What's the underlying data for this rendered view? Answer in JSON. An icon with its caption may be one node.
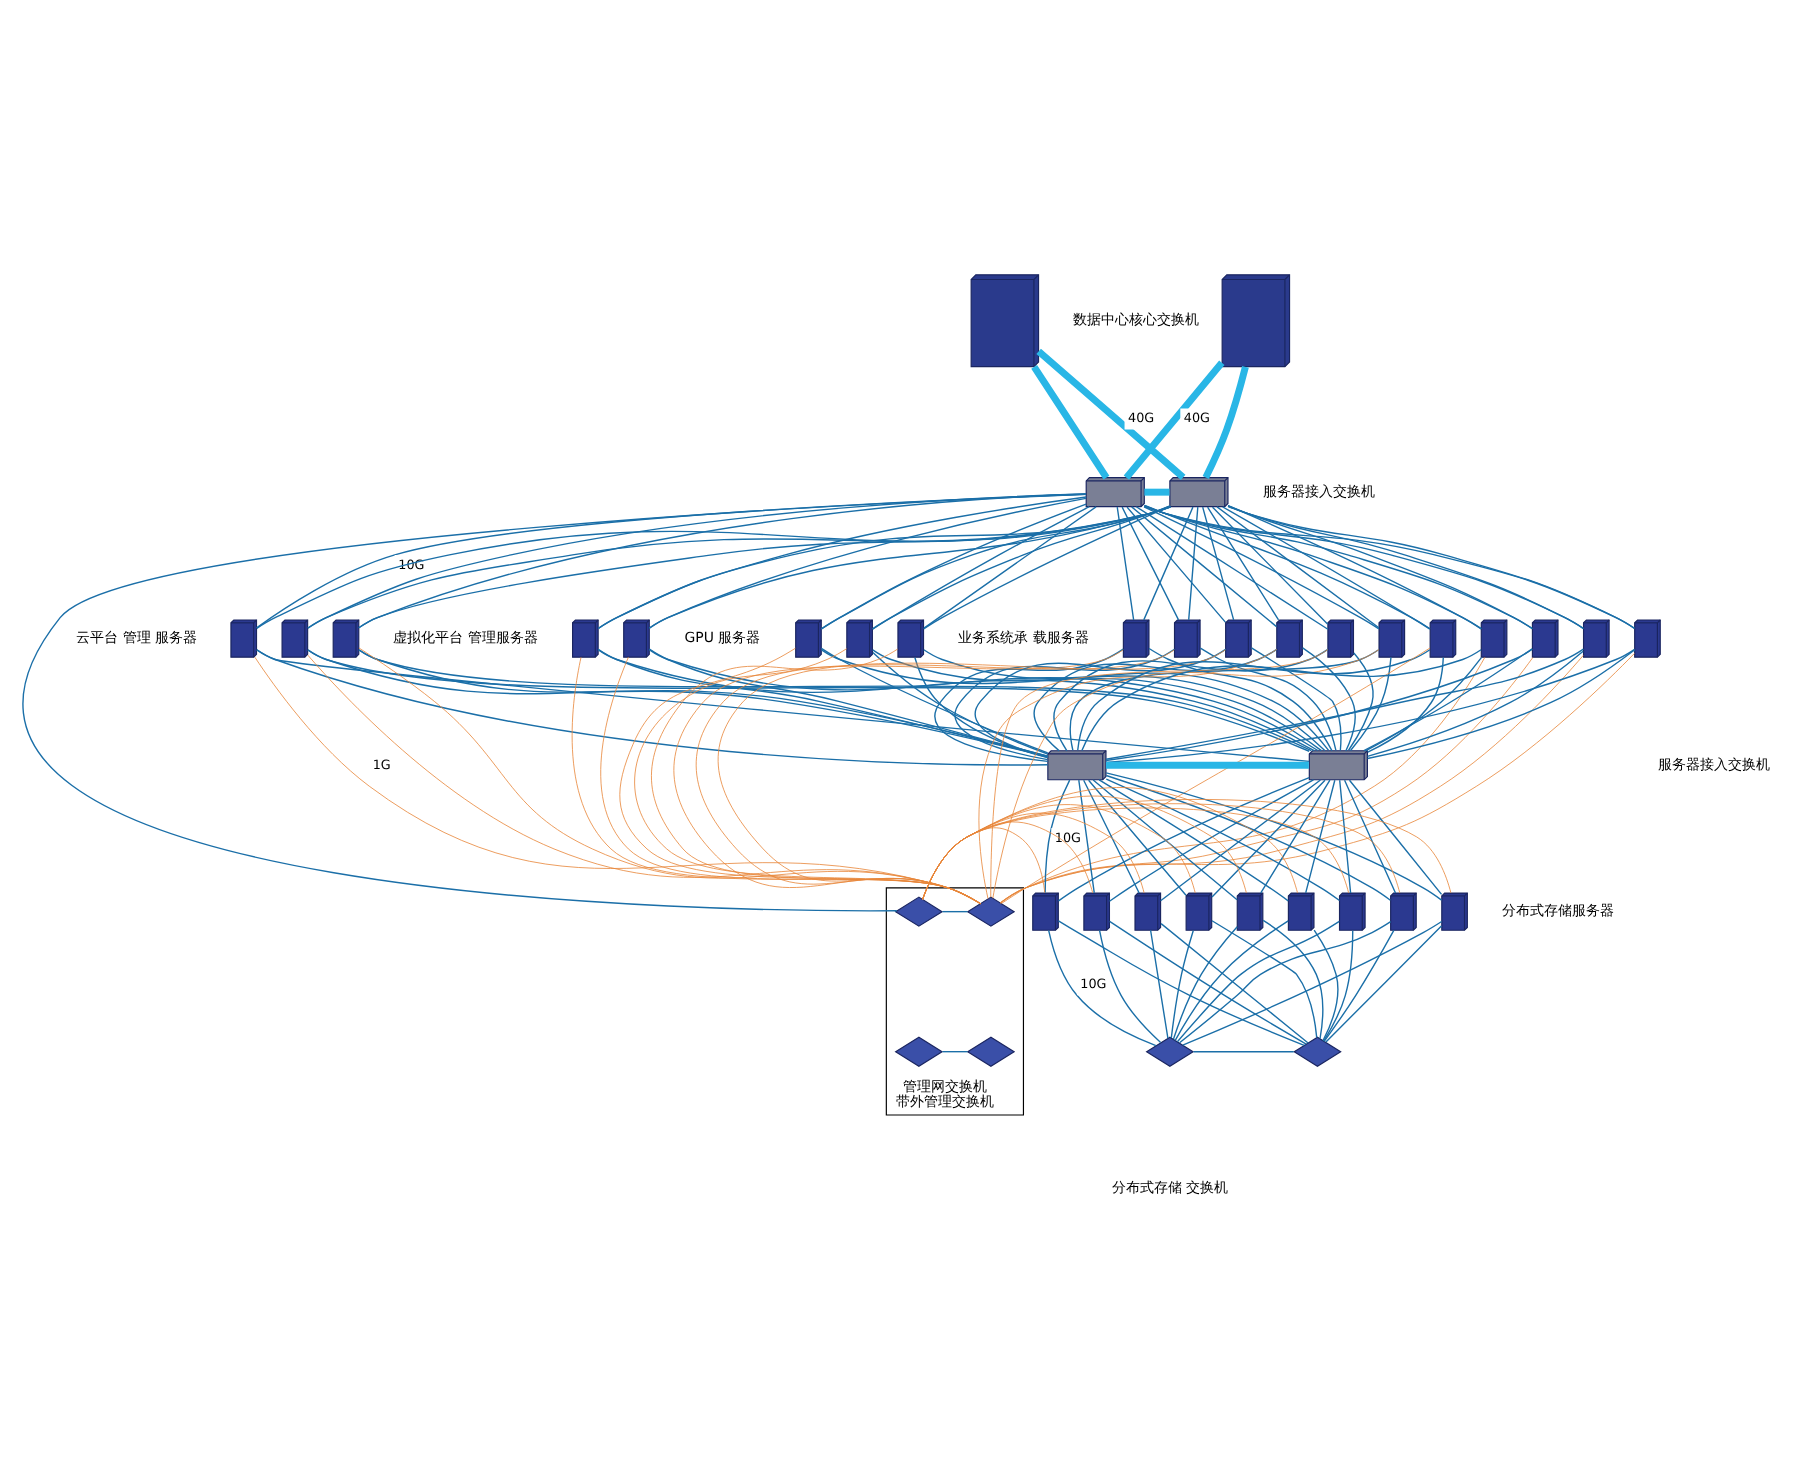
{
  "diagram": {
    "nodes": [
      {
        "text": [],
        "shape": "picture"
      },
      {
        "text": [],
        "shape": "picture"
      },
      {
        "text": [],
        "shape": "picture"
      },
      {
        "text": [],
        "shape": "picture"
      },
      {
        "text": [],
        "shape": "picture"
      },
      {
        "text": [],
        "shape": "picture"
      },
      {
        "text": [],
        "shape": "picture"
      },
      {
        "text": [],
        "shape": "picture"
      },
      {
        "text": [],
        "shape": "picture"
      },
      {
        "text": [],
        "shape": "picture"
      },
      {
        "text": [],
        "shape": "picture"
      },
      {
        "text": [],
        "shape": "picture"
      },
      {
        "text": [],
        "shape": "picture"
      },
      {
        "text": [],
        "shape": "picture"
      },
      {
        "text": [],
        "shape": "picture"
      },
      {
        "text": [],
        "shape": "picture"
      },
      {
        "text": [],
        "shape": "picture"
      },
      {
        "text": [],
        "shape": "picture"
      },
      {
        "text": [],
        "shape": "picture"
      },
      {
        "text": [],
        "shape": "picture"
      },
      {
        "text": [],
        "shape": "picture"
      },
      {
        "text": [],
        "shape": "picture"
      },
      {
        "text": [],
        "shape": "picture"
      },
      {
        "text": [],
        "shape": "picture"
      },
      {
        "text": [],
        "shape": "picture"
      },
      {
        "text": [],
        "shape": "picture"
      },
      {
        "text": [],
        "shape": "picture"
      },
      {
        "text": [],
        "shape": "picture"
      },
      {
        "text": [],
        "shape": "picture"
      },
      {
        "text": [],
        "shape": "picture"
      },
      {
        "text": [],
        "shape": "picture"
      },
      {
        "text": [],
        "shape": "picture"
      },
      {
        "text": [],
        "shape": "picture"
      },
      {
        "text": [],
        "shape": "picture"
      },
      {
        "text": [],
        "shape": "picture"
      },
      {
        "text": [],
        "shape": "picture"
      },
      {
        "text": [
          "管理网交换机",
          "带外管理交换机"
        ]
      },
      {
        "text": [],
        "shape": "picture",
        "in": 36
      },
      {
        "text": [],
        "shape": "picture",
        "in": 36
      },
      {
        "text": [],
        "shape": "picture",
        "in": 36
      },
      {
        "text": [],
        "shape": "picture",
        "in": 36
      }
    ],
    "edges": [
      {
        "from": 0,
        "to": 2,
        "arrow": "none",
        "label": "40G",
        "color": "#29b6e6",
        "style": "thick"
      },
      {
        "from": 0,
        "to": 3,
        "arrow": "none",
        "color": "#29b6e6",
        "style": "thick"
      },
      {
        "from": 1,
        "to": 2,
        "arrow": "none",
        "color": "#29b6e6",
        "style": "thick"
      },
      {
        "from": 1,
        "to": 3,
        "arrow": "none",
        "label": "40G",
        "color": "#29b6e6",
        "style": "thick"
      },
      {
        "from": 2,
        "to": 3,
        "arrow": "none",
        "color": "#29b6e6",
        "style": "thick"
      },
      {
        "from": 2,
        "to": 4,
        "arrow": "none",
        "label": "10G"
      },
      {
        "from": 2,
        "to": 5,
        "arrow": "none"
      },
      {
        "from": 2,
        "to": 6,
        "arrow": "none"
      },
      {
        "from": 2,
        "to": 7,
        "arrow": "none"
      },
      {
        "from": 2,
        "to": 8,
        "arrow": "none"
      },
      {
        "from": 2,
        "to": 9,
        "arrow": "none"
      },
      {
        "from": 2,
        "to": 10,
        "arrow": "none"
      },
      {
        "from": 2,
        "to": 11,
        "arrow": "none"
      },
      {
        "from": 2,
        "to": 12,
        "arrow": "none"
      },
      {
        "from": 2,
        "to": 13,
        "arrow": "none"
      },
      {
        "from": 2,
        "to": 14,
        "arrow": "none"
      },
      {
        "from": 2,
        "to": 15,
        "arrow": "none"
      },
      {
        "from": 2,
        "to": 16,
        "arrow": "none"
      },
      {
        "from": 2,
        "to": 17,
        "arrow": "none"
      },
      {
        "from": 2,
        "to": 18,
        "arrow": "none"
      },
      {
        "from": 2,
        "to": 19,
        "arrow": "none"
      },
      {
        "from": 2,
        "to": 20,
        "arrow": "none"
      },
      {
        "from": 2,
        "to": 21,
        "arrow": "none"
      },
      {
        "from": 2,
        "to": 22,
        "arrow": "none"
      },
      {
        "from": 3,
        "to": 4,
        "arrow": "none"
      },
      {
        "from": 3,
        "to": 5,
        "arrow": "none"
      },
      {
        "from": 3,
        "to": 6,
        "arrow": "none"
      },
      {
        "from": 3,
        "to": 7,
        "arrow": "none"
      },
      {
        "from": 3,
        "to": 8,
        "arrow": "none"
      },
      {
        "from": 3,
        "to": 9,
        "arrow": "none"
      },
      {
        "from": 3,
        "to": 10,
        "arrow": "none"
      },
      {
        "from": 3,
        "to": 11,
        "arrow": "none"
      },
      {
        "from": 3,
        "to": 12,
        "arrow": "none"
      },
      {
        "from": 3,
        "to": 13,
        "arrow": "none"
      },
      {
        "from": 3,
        "to": 14,
        "arrow": "none"
      },
      {
        "from": 3,
        "to": 15,
        "arrow": "none"
      },
      {
        "from": 3,
        "to": 16,
        "arrow": "none"
      },
      {
        "from": 3,
        "to": 17,
        "arrow": "none"
      },
      {
        "from": 3,
        "to": 18,
        "arrow": "none"
      },
      {
        "from": 3,
        "to": 19,
        "arrow": "none"
      },
      {
        "from": 3,
        "to": 20,
        "arrow": "none"
      },
      {
        "from": 3,
        "to": 21,
        "arrow": "none"
      },
      {
        "from": 3,
        "to": 22,
        "arrow": "none"
      },
      {
        "from": 4,
        "to": 23,
        "arrow": "none"
      },
      {
        "from": 5,
        "to": 23,
        "arrow": "none"
      },
      {
        "from": 6,
        "to": 23,
        "arrow": "none"
      },
      {
        "from": 7,
        "to": 23,
        "arrow": "none"
      },
      {
        "from": 8,
        "to": 23,
        "arrow": "none"
      },
      {
        "from": 9,
        "to": 23,
        "arrow": "none"
      },
      {
        "from": 10,
        "to": 23,
        "arrow": "none"
      },
      {
        "from": 11,
        "to": 23,
        "arrow": "none"
      },
      {
        "from": 12,
        "to": 23,
        "arrow": "none"
      },
      {
        "from": 13,
        "to": 23,
        "arrow": "none"
      },
      {
        "from": 14,
        "to": 23,
        "arrow": "none"
      },
      {
        "from": 15,
        "to": 23,
        "arrow": "none"
      },
      {
        "from": 16,
        "to": 23,
        "arrow": "none"
      },
      {
        "from": 17,
        "to": 23,
        "arrow": "none"
      },
      {
        "from": 18,
        "to": 23,
        "arrow": "none"
      },
      {
        "from": 19,
        "to": 23,
        "arrow": "none"
      },
      {
        "from": 20,
        "to": 23,
        "arrow": "none"
      },
      {
        "from": 21,
        "to": 23,
        "arrow": "none"
      },
      {
        "from": 22,
        "to": 23,
        "arrow": "none"
      },
      {
        "from": 4,
        "to": 24,
        "arrow": "none"
      },
      {
        "from": 5,
        "to": 24,
        "arrow": "none"
      },
      {
        "from": 6,
        "to": 24,
        "arrow": "none"
      },
      {
        "from": 7,
        "to": 24,
        "arrow": "none"
      },
      {
        "from": 8,
        "to": 24,
        "arrow": "none"
      },
      {
        "from": 9,
        "to": 24,
        "arrow": "none"
      },
      {
        "from": 10,
        "to": 24,
        "arrow": "none"
      },
      {
        "from": 11,
        "to": 24,
        "arrow": "none"
      },
      {
        "from": 12,
        "to": 24,
        "arrow": "none"
      },
      {
        "from": 13,
        "to": 24,
        "arrow": "none"
      },
      {
        "from": 14,
        "to": 24,
        "arrow": "none"
      },
      {
        "from": 15,
        "to": 24,
        "arrow": "none"
      },
      {
        "from": 16,
        "to": 24,
        "arrow": "none"
      },
      {
        "from": 17,
        "to": 24,
        "arrow": "none"
      },
      {
        "from": 18,
        "to": 24,
        "arrow": "none"
      },
      {
        "from": 19,
        "to": 24,
        "arrow": "none"
      },
      {
        "from": 20,
        "to": 24,
        "arrow": "none"
      },
      {
        "from": 21,
        "to": 24,
        "arrow": "none"
      },
      {
        "from": 22,
        "to": 24,
        "arrow": "none"
      },
      {
        "from": 23,
        "to": 24,
        "arrow": "none",
        "color": "#29b6e6",
        "style": "thick"
      },
      {
        "from": 23,
        "to": 25,
        "arrow": "none",
        "label": "10G"
      },
      {
        "from": 23,
        "to": 26,
        "arrow": "none"
      },
      {
        "from": 23,
        "to": 27,
        "arrow": "none"
      },
      {
        "from": 23,
        "to": 28,
        "arrow": "none"
      },
      {
        "from": 23,
        "to": 29,
        "arrow": "none"
      },
      {
        "from": 23,
        "to": 30,
        "arrow": "none"
      },
      {
        "from": 23,
        "to": 31,
        "arrow": "none"
      },
      {
        "from": 23,
        "to": 32,
        "arrow": "none"
      },
      {
        "from": 23,
        "to": 33,
        "arrow": "none"
      },
      {
        "from": 24,
        "to": 25,
        "arrow": "none"
      },
      {
        "from": 24,
        "to": 26,
        "arrow": "none"
      },
      {
        "from": 24,
        "to": 27,
        "arrow": "none"
      },
      {
        "from": 24,
        "to": 28,
        "arrow": "none"
      },
      {
        "from": 24,
        "to": 29,
        "arrow": "none"
      },
      {
        "from": 24,
        "to": 30,
        "arrow": "none"
      },
      {
        "from": 24,
        "to": 31,
        "arrow": "none"
      },
      {
        "from": 24,
        "to": 32,
        "arrow": "none"
      },
      {
        "from": 24,
        "to": 33,
        "arrow": "none"
      },
      {
        "from": 25,
        "to": 34,
        "arrow": "none",
        "label": "10G"
      },
      {
        "from": 26,
        "to": 34,
        "arrow": "none"
      },
      {
        "from": 27,
        "to": 34,
        "arrow": "none"
      },
      {
        "from": 28,
        "to": 34,
        "arrow": "none"
      },
      {
        "from": 29,
        "to": 34,
        "arrow": "none"
      },
      {
        "from": 30,
        "to": 34,
        "arrow": "none"
      },
      {
        "from": 31,
        "to": 34,
        "arrow": "none"
      },
      {
        "from": 32,
        "to": 34,
        "arrow": "none"
      },
      {
        "from": 33,
        "to": 34,
        "arrow": "none"
      },
      {
        "from": 25,
        "to": 35,
        "arrow": "none"
      },
      {
        "from": 26,
        "to": 35,
        "arrow": "none"
      },
      {
        "from": 27,
        "to": 35,
        "arrow": "none"
      },
      {
        "from": 28,
        "to": 35,
        "arrow": "none"
      },
      {
        "from": 29,
        "to": 35,
        "arrow": "none"
      },
      {
        "from": 30,
        "to": 35,
        "arrow": "none"
      },
      {
        "from": 31,
        "to": 35,
        "arrow": "none"
      },
      {
        "from": 32,
        "to": 35,
        "arrow": "none"
      },
      {
        "from": 33,
        "to": 35,
        "arrow": "none"
      },
      {
        "from": 34,
        "to": 35,
        "arrow": "none"
      },
      {
        "from": 4,
        "to": 37,
        "arrow": "none",
        "label": "1G",
        "color": "#e8863a"
      },
      {
        "from": 5,
        "to": 37,
        "arrow": "none",
        "color": "#e8863a"
      },
      {
        "from": 6,
        "to": 37,
        "arrow": "none",
        "color": "#e8863a"
      },
      {
        "from": 7,
        "to": 37,
        "arrow": "none",
        "color": "#e8863a"
      },
      {
        "from": 8,
        "to": 37,
        "arrow": "none",
        "color": "#e8863a"
      },
      {
        "from": 9,
        "to": 37,
        "arrow": "none",
        "color": "#e8863a"
      },
      {
        "from": 10,
        "to": 37,
        "arrow": "none",
        "color": "#e8863a"
      },
      {
        "from": 11,
        "to": 37,
        "arrow": "none",
        "color": "#e8863a"
      },
      {
        "from": 12,
        "to": 37,
        "arrow": "none",
        "color": "#e8863a"
      },
      {
        "from": 13,
        "to": 37,
        "arrow": "none",
        "color": "#e8863a"
      },
      {
        "from": 14,
        "to": 37,
        "arrow": "none",
        "color": "#e8863a"
      },
      {
        "from": 15,
        "to": 37,
        "arrow": "none",
        "color": "#e8863a"
      },
      {
        "from": 16,
        "to": 37,
        "arrow": "none",
        "color": "#e8863a"
      },
      {
        "from": 17,
        "to": 37,
        "arrow": "none",
        "color": "#e8863a"
      },
      {
        "from": 18,
        "to": 37,
        "arrow": "none",
        "color": "#e8863a"
      },
      {
        "from": 19,
        "to": 37,
        "arrow": "none",
        "color": "#e8863a"
      },
      {
        "from": 20,
        "to": 37,
        "arrow": "none",
        "color": "#e8863a"
      },
      {
        "from": 21,
        "to": 37,
        "arrow": "none",
        "color": "#e8863a"
      },
      {
        "from": 22,
        "to": 37,
        "arrow": "none",
        "color": "#e8863a"
      },
      {
        "from": 25,
        "to": 38,
        "arrow": "none",
        "color": "#e8863a"
      },
      {
        "from": 26,
        "to": 38,
        "arrow": "none",
        "color": "#e8863a"
      },
      {
        "from": 27,
        "to": 38,
        "arrow": "none",
        "color": "#e8863a"
      },
      {
        "from": 28,
        "to": 38,
        "arrow": "none",
        "color": "#e8863a"
      },
      {
        "from": 29,
        "to": 38,
        "arrow": "none",
        "color": "#e8863a"
      },
      {
        "from": 30,
        "to": 38,
        "arrow": "none",
        "color": "#e8863a"
      },
      {
        "from": 31,
        "to": 38,
        "arrow": "none",
        "color": "#e8863a"
      },
      {
        "from": 32,
        "to": 38,
        "arrow": "none",
        "color": "#e8863a"
      },
      {
        "from": 33,
        "to": 38,
        "arrow": "none",
        "color": "#e8863a"
      },
      {
        "from": 2,
        "to": 38,
        "arrow": "none"
      },
      {
        "from": 37,
        "to": 38,
        "arrow": "none"
      },
      {
        "from": 39,
        "to": 40,
        "arrow": "none"
      }
    ],
    "labels": [
      "数据中心核心交换机",
      "服务器接入交换机",
      "云平台 管理 服务器",
      "虚拟化平台 管理服务器",
      "GPU 服务器",
      "业务系统承 载服务器",
      "服务器接入交换机",
      "分布式存储服务器",
      "分布式存储 交换机"
    ]
  }
}
